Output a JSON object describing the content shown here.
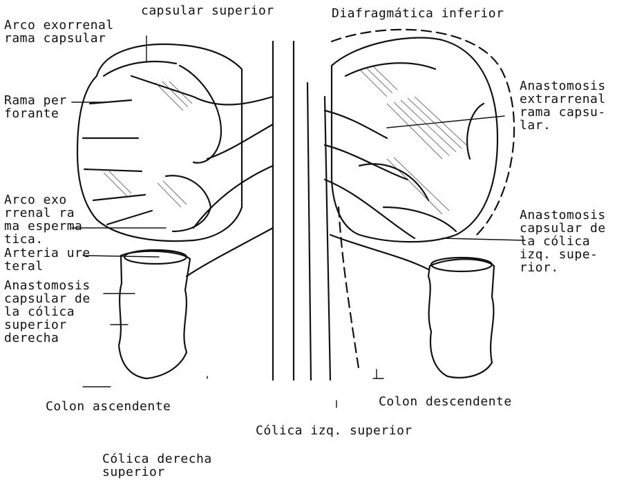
{
  "labels": {
    "capsular_superior": "capsular superior",
    "diafragmatica_inferior": "Diafragmática inferior",
    "arco_exorrenal_capsular": "Arco exorrenal\nrama capsular",
    "rama_perforante": "Rama per\nforante",
    "anastomosis_extrarrenal": "Anastomosis\nextrarrenal\nrama capsu-\nlar.",
    "arco_exorrenal_espermatica": "Arco exo\nrrenal ra\nma esperma\ntica.",
    "arteria_ureteral": "Arteria ure\nteral",
    "anastomosis_capsular_derecha": "Anastomosis\ncapsular de\nla cólica\nsuperior\nderecha",
    "anastomosis_capsular_izquierda": "Anastomosis\ncapsular de\nla cólica\nizq. supe-\nrior.",
    "colon_ascendente": "Colon ascendente",
    "colon_descendente": "Colon descendente",
    "colica_izq_superior": "Cólica izq. superior",
    "colica_derecha_superior": "Cólica derecha\nsuperior"
  }
}
